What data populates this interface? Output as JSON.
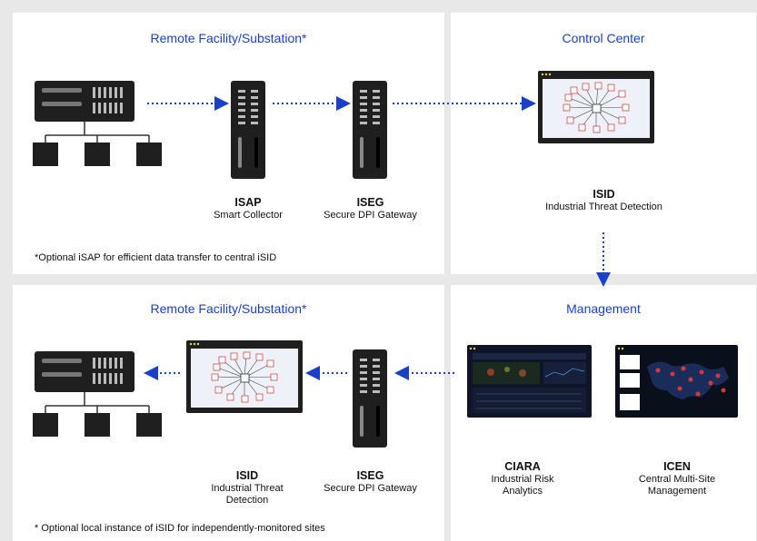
{
  "panels": {
    "remote_top": {
      "title": "Remote Facility/Substation*",
      "note": "*Optional iSAP for efficient data transfer to central iSID"
    },
    "control": {
      "title": "Control Center"
    },
    "remote_bottom": {
      "title": "Remote Facility/Substation*",
      "note": "* Optional local instance of iSID for independently-monitored sites"
    },
    "management": {
      "title": "Management"
    }
  },
  "devices": {
    "isap": {
      "name": "ISAP",
      "desc": "Smart Collector"
    },
    "iseg_top": {
      "name": "ISEG",
      "desc": "Secure DPI Gateway"
    },
    "isid_top": {
      "name": "ISID",
      "desc": "Industrial Threat Detection"
    },
    "isid_bottom": {
      "name": "ISID",
      "desc_line1": "Industrial Threat",
      "desc_line2": "Detection"
    },
    "iseg_bottom": {
      "name": "ISEG",
      "desc": "Secure DPI Gateway"
    },
    "ciara": {
      "name": "CIARA",
      "desc_line1": "Industrial Risk",
      "desc_line2": "Analytics"
    },
    "icen": {
      "name": "ICEN",
      "desc_line1": "Central Multi-Site",
      "desc_line2": "Management"
    }
  },
  "colors": {
    "accent": "#1a3fc9",
    "device": "#1f1f1f",
    "background": "#e8e8e8"
  }
}
